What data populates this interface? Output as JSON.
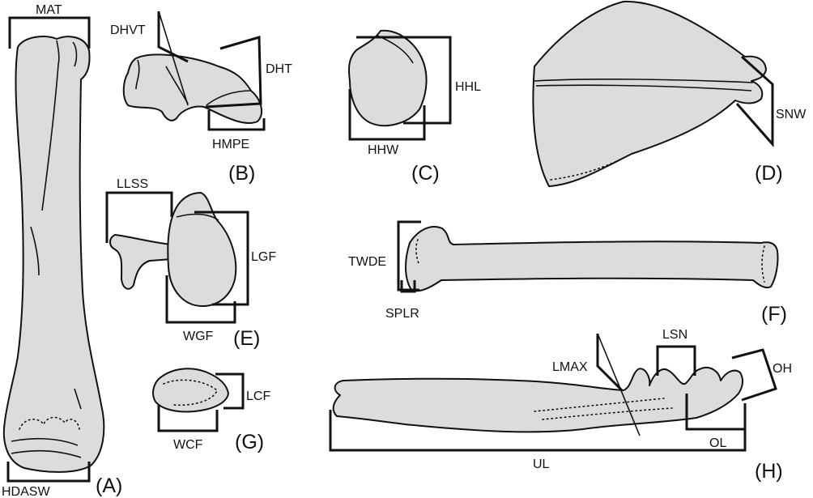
{
  "figure": {
    "panels": {
      "A": "(A)",
      "B": "(B)",
      "C": "(C)",
      "D": "(D)",
      "E": "(E)",
      "F": "(F)",
      "G": "(G)",
      "H": "(H)"
    },
    "measurements": {
      "MAT": "MAT",
      "HDASW": "HDASW",
      "DHVT": "DHVT",
      "DHT": "DHT",
      "HMPE": "HMPE",
      "HHL": "HHL",
      "HHW": "HHW",
      "SNW": "SNW",
      "LLSS": "LLSS",
      "LGF": "LGF",
      "WGF": "WGF",
      "TWDE": "TWDE",
      "SPLR": "SPLR",
      "LCF": "LCF",
      "WCF": "WCF",
      "LMAX": "LMAX",
      "LSN": "LSN",
      "OH": "OH",
      "OL": "OL",
      "UL": "UL"
    }
  }
}
